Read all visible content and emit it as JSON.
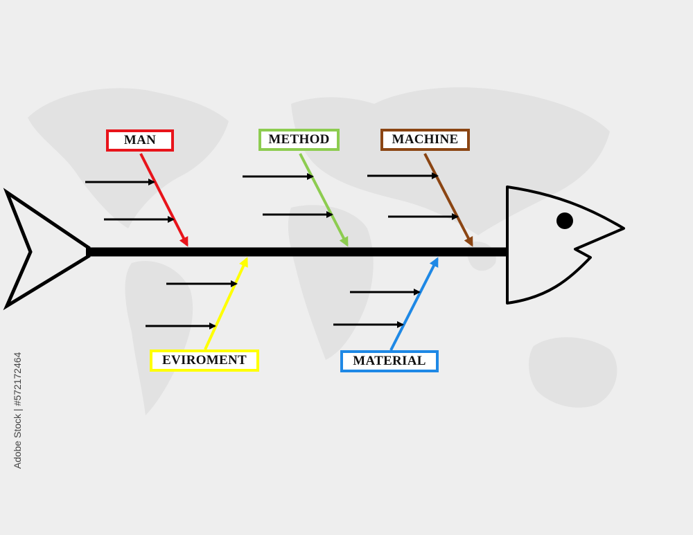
{
  "diagram": {
    "type": "fishbone",
    "categories": [
      {
        "id": "man",
        "label": "MAN",
        "color": "#e8141b",
        "side": "top"
      },
      {
        "id": "method",
        "label": "METHOD",
        "color": "#8dcc50",
        "side": "top"
      },
      {
        "id": "machine",
        "label": "MACHINE",
        "color": "#8b4513",
        "side": "top"
      },
      {
        "id": "environment",
        "label": "EVIROMENT",
        "color": "#ffff00",
        "side": "bottom"
      },
      {
        "id": "material",
        "label": "MATERIAL",
        "color": "#1e88e5",
        "side": "bottom"
      }
    ],
    "spine_color": "#000000",
    "sub_arrows_per_category": 2
  },
  "credit": {
    "text": "Adobe Stock | #572172464"
  }
}
